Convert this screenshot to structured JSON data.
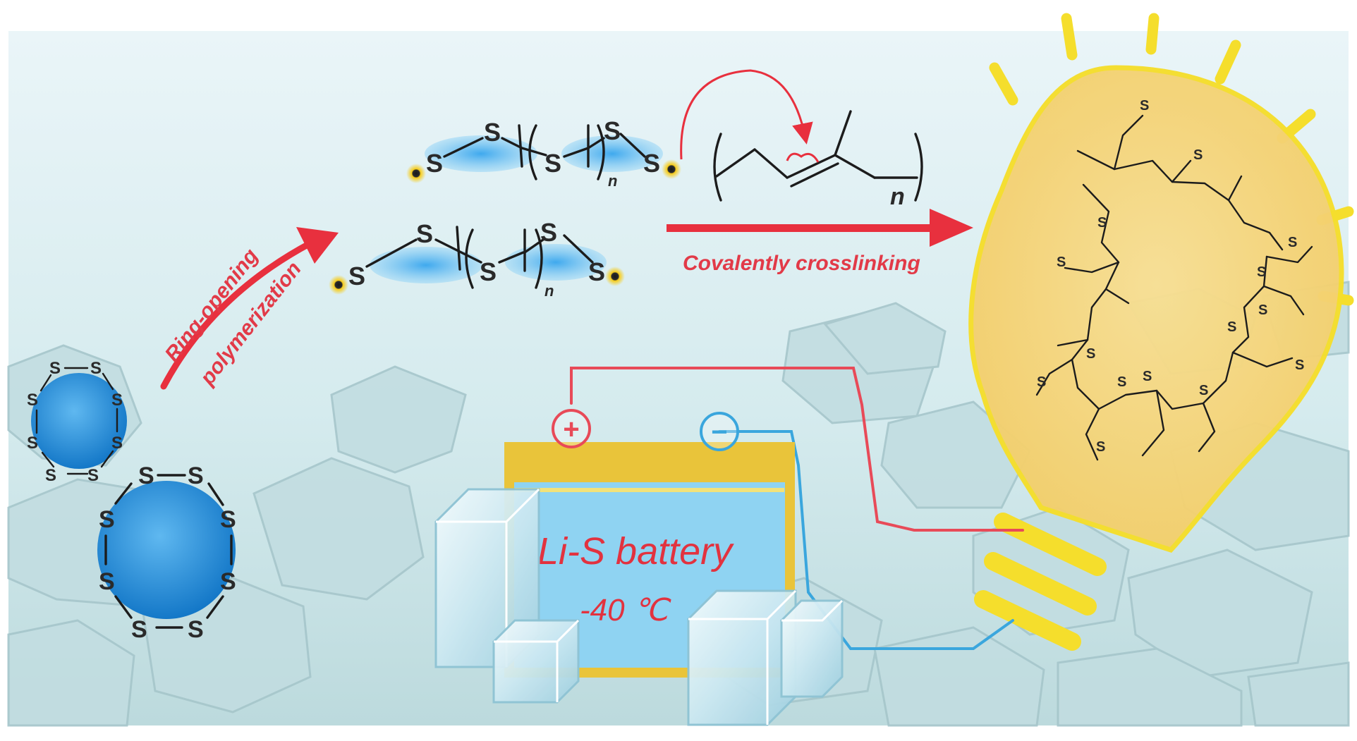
{
  "labels": {
    "atom_symbol": "S",
    "subscript_n": "n",
    "ring_opening_line1": "Ring-opening",
    "ring_opening_line2": "polymerization",
    "crosslinking": "Covalently crosslinking",
    "battery_name": "Li-S battery",
    "battery_temp": "-40 ℃",
    "positive_terminal": "+",
    "negative_terminal": "−"
  },
  "colors": {
    "sky_top": "#e6f3f7",
    "sky_bottom": "#c6e1e4",
    "ice": "#b9d7dc",
    "arrow_red": "#e8303e",
    "sulfur_blue": "#1e88d8",
    "radical_yellow": "#f2c418",
    "bulb_yellow": "#f5de2c",
    "bulb_glow": "#f6cf6a",
    "battery_blue": "#8fd3f2",
    "battery_frame": "#e9c43a",
    "wire_red": "#e84a58",
    "wire_blue": "#3aa6dd"
  },
  "icons": {
    "s8_small": "cyclic-sulfur-ring-icon",
    "s8_large": "cyclic-sulfur-ring-icon",
    "bulb": "light-bulb-icon",
    "battery": "battery-icon",
    "ice_cube": "ice-cube-icon"
  }
}
